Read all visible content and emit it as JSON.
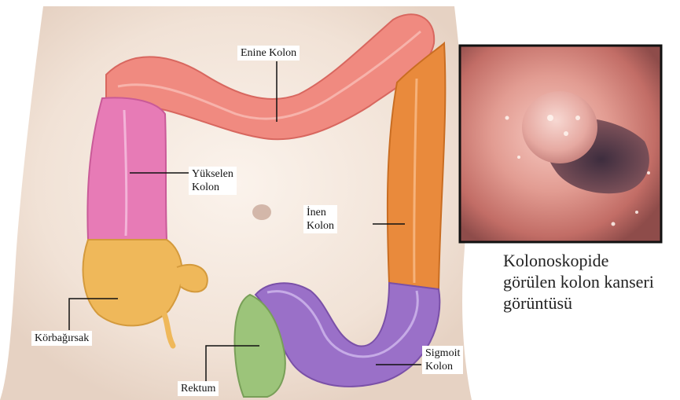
{
  "labels": {
    "transverse": "Enine Kolon",
    "ascending": [
      "Yükselen",
      "Kolon"
    ],
    "descending": [
      "İnen",
      "Kolon"
    ],
    "cecum": "Körbağırsak",
    "rectum": "Rektum",
    "sigmoid": [
      "Sigmoit",
      "Kolon"
    ]
  },
  "caption": [
    "Kolonoskopide",
    "görülen kolon kanseri",
    "görüntüsü"
  ],
  "colors": {
    "transverse": "#f08a80",
    "ascending": "#e77bb6",
    "descending": "#e98a3c",
    "cecum": "#efb85a",
    "sigmoid": "#9a70c8",
    "rectum": "#9cc47a",
    "skin": "#f3e6dc"
  }
}
